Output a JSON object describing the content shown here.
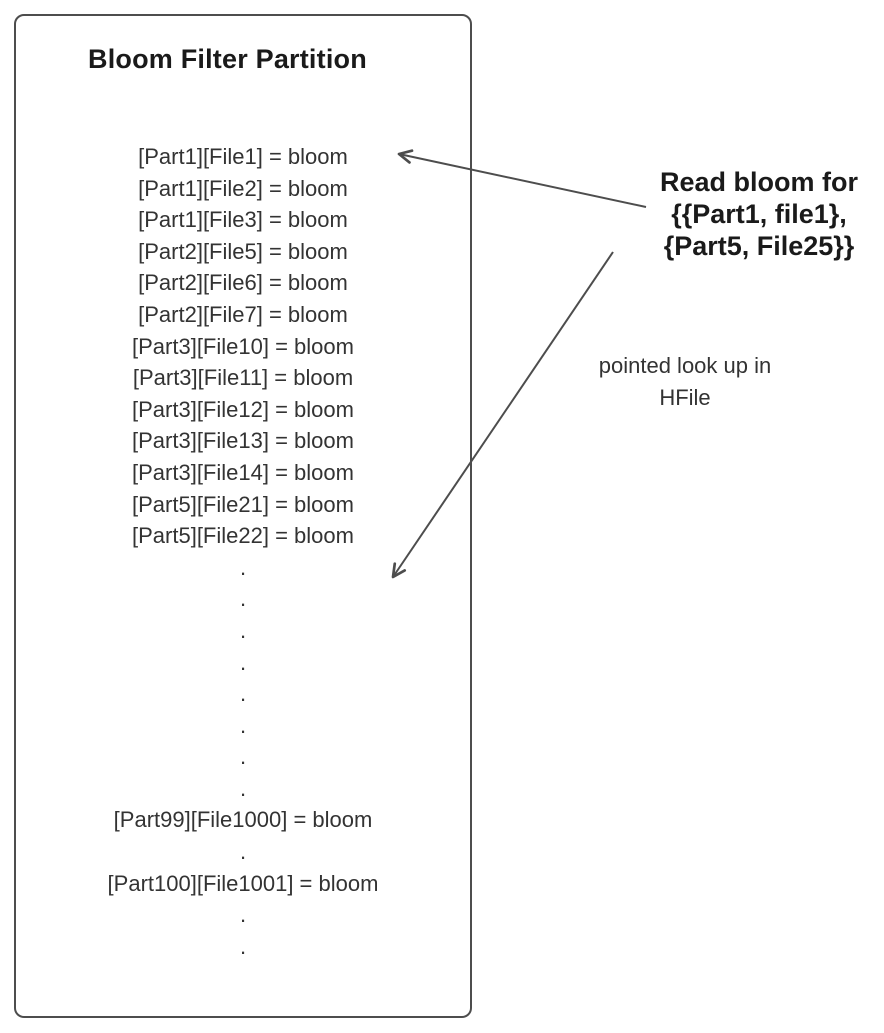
{
  "box": {
    "title": "Bloom Filter Partition",
    "dot": ".",
    "entries": [
      "[Part1][File1] = bloom",
      "[Part1][File2] = bloom",
      "[Part1][File3] = bloom",
      "[Part2][File5] = bloom",
      "[Part2][File6] = bloom",
      "[Part2][File7] = bloom",
      "[Part3][File10] = bloom",
      "[Part3][File11] = bloom",
      "[Part3][File12] = bloom",
      "[Part3][File13] = bloom",
      "[Part3][File14] = bloom",
      "[Part5][File21] = bloom",
      "[Part5][File22] = bloom"
    ],
    "tail_entries": {
      "part99": "[Part99][File1000] = bloom",
      "part100": "[Part100][File1001] = bloom"
    }
  },
  "annotations": {
    "read_bloom": {
      "line1": "Read bloom for",
      "line2": "{{Part1, file1},",
      "line3": "{Part5, File25}}"
    },
    "pointed_lookup": {
      "line1": "pointed look up in",
      "line2": "HFile"
    }
  },
  "colors": {
    "border": "#4d4d4d",
    "text": "#333333",
    "arrow": "#4d4d4d",
    "background": "#ffffff"
  }
}
